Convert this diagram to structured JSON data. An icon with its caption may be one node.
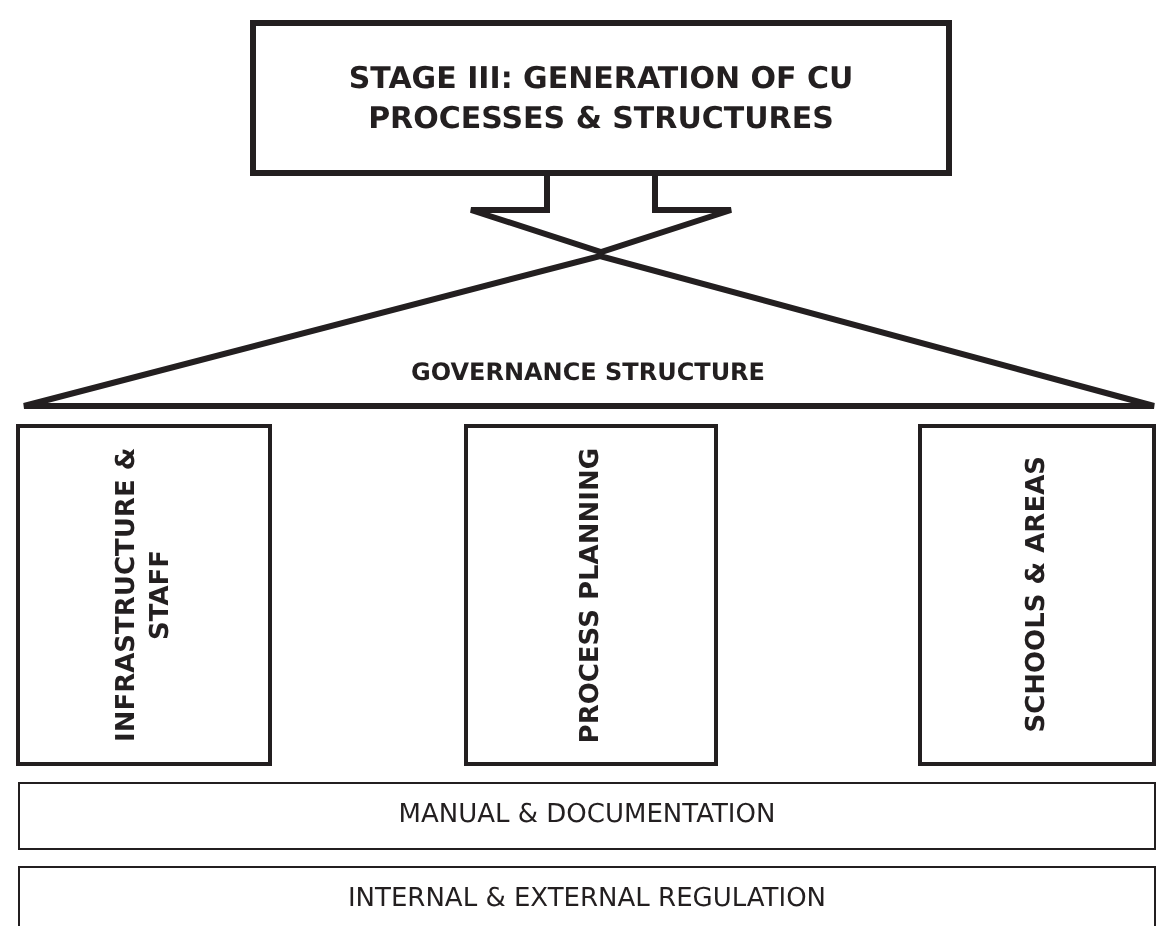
{
  "diagram": {
    "nodes": [
      {
        "text": [
          "STAGE III: GENERATION OF CU PROCESSES & STRUCTURES"
        ]
      },
      {
        "text": [
          "GOVERNANCE STRUCTURE"
        ]
      },
      {
        "text": [
          "INFRASTRUCTURE & STAFF"
        ]
      },
      {
        "text": [
          "PROCESS PLANNING"
        ]
      },
      {
        "text": [
          "SCHOOLS & AREAS"
        ]
      },
      {
        "text": [
          "MANUAL & DOCUMENTATION"
        ]
      },
      {
        "text": [
          "INTERNAL & EXTERNAL REGULATION"
        ]
      }
    ],
    "edges": [
      {
        "from": 0,
        "to": 1,
        "arrow": "to"
      }
    ]
  }
}
